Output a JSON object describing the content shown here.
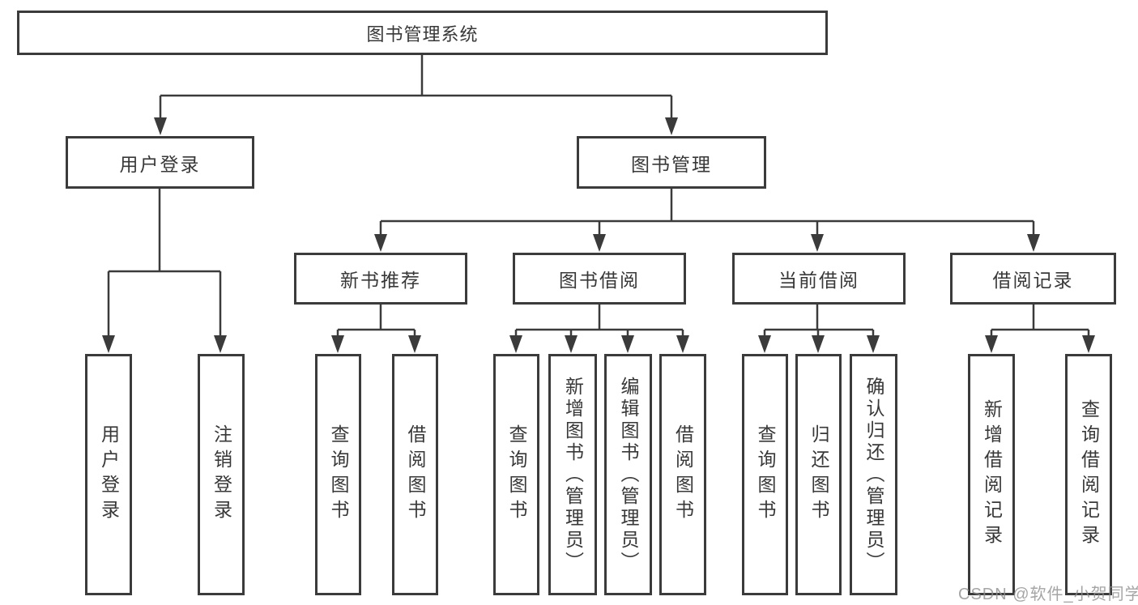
{
  "diagram": {
    "root": {
      "label": "图书管理系统"
    },
    "branches": [
      {
        "label": "用户登录",
        "children": [
          {
            "label": "用户登录"
          },
          {
            "label": "注销登录"
          }
        ]
      },
      {
        "label": "图书管理",
        "children": [
          {
            "label": "新书推荐",
            "children": [
              {
                "label": "查询图书"
              },
              {
                "label": "借阅图书"
              }
            ]
          },
          {
            "label": "图书借阅",
            "children": [
              {
                "label": "查询图书"
              },
              {
                "label": "新增图书（管理员）"
              },
              {
                "label": "编辑图书（管理员）"
              },
              {
                "label": "借阅图书"
              }
            ]
          },
          {
            "label": "当前借阅",
            "children": [
              {
                "label": "查询图书"
              },
              {
                "label": "归还图书"
              },
              {
                "label": "确认归还（管理员）"
              }
            ]
          },
          {
            "label": "借阅记录",
            "children": [
              {
                "label": "新增借阅记录"
              },
              {
                "label": "查询借阅记录"
              }
            ]
          }
        ]
      }
    ]
  },
  "watermark": {
    "text": "CSDN @软件_小贺同学"
  },
  "colors": {
    "line": "#3b3b3b",
    "box_border": "#3b3b3b",
    "text": "#383838",
    "background": "#ffffff",
    "watermark": "#8f8f8f"
  }
}
